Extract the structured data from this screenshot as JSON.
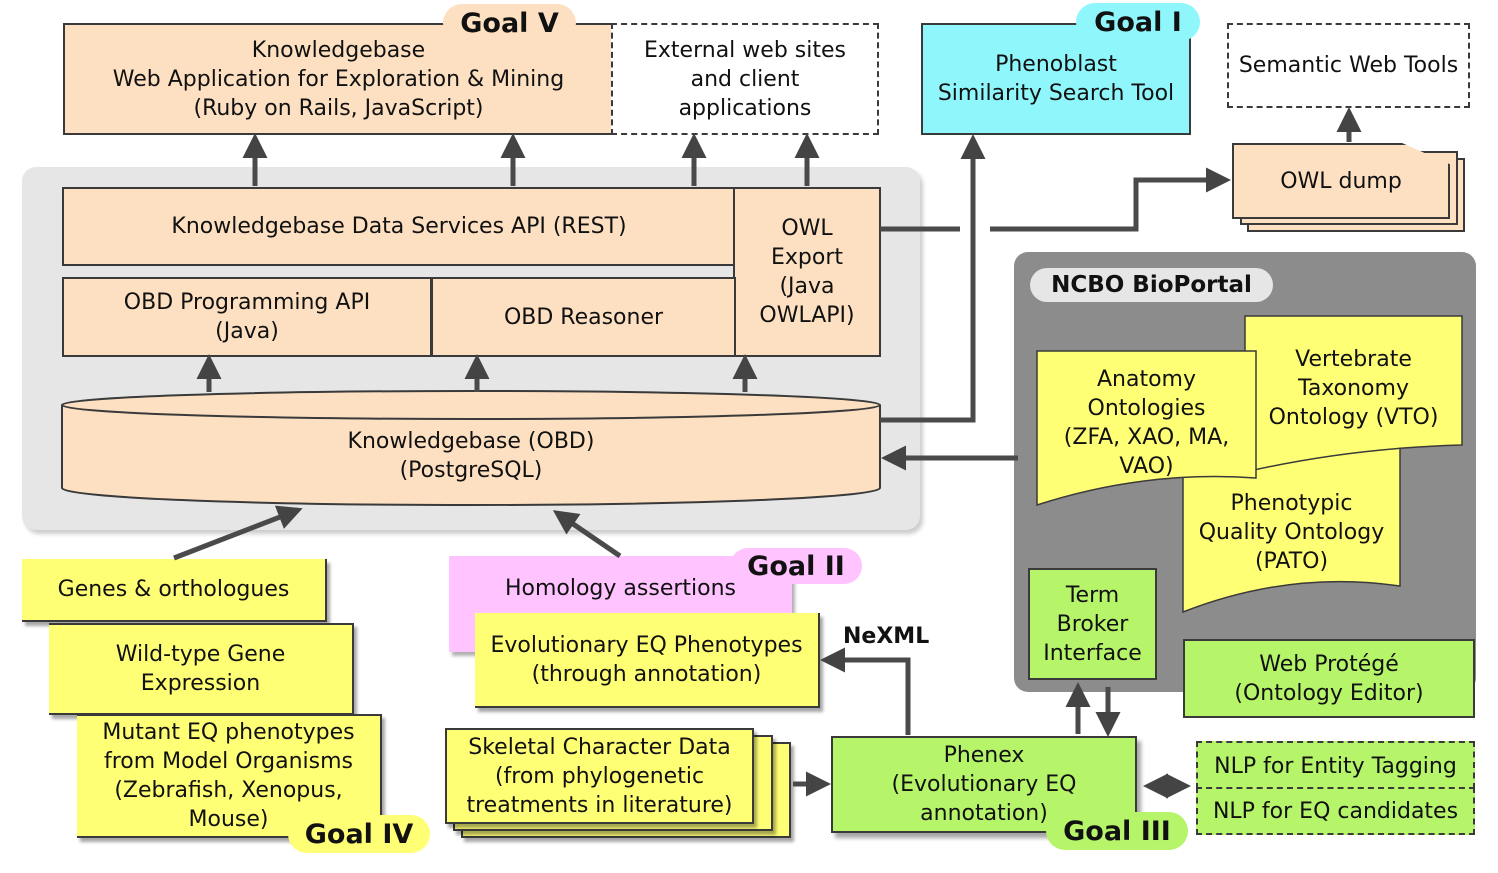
{
  "goals": {
    "v": "Goal V",
    "i": "Goal I",
    "ii": "Goal II",
    "iii": "Goal III",
    "iv": "Goal IV"
  },
  "top": {
    "webapp": [
      "Knowledgebase",
      "Web Application for Exploration & Mining",
      "(Ruby on Rails, JavaScript)"
    ],
    "external": [
      "External web sites",
      "and client",
      "applications"
    ],
    "phenoblast": [
      "Phenoblast",
      "Similarity Search Tool"
    ],
    "semantic": "Semantic Web Tools",
    "owl_dump": "OWL dump"
  },
  "kb_panel": {
    "data_services": "Knowledgebase Data Services API (REST)",
    "owl_export": [
      "OWL",
      "Export",
      "(Java",
      "OWLAPI)"
    ],
    "obd_api": [
      "OBD Programming API",
      "(Java)"
    ],
    "obd_reasoner": "OBD Reasoner",
    "kb_obd": [
      "Knowledgebase (OBD)",
      "(PostgreSQL)"
    ]
  },
  "bioportal": {
    "title": "NCBO BioPortal",
    "anatomy": [
      "Anatomy",
      "Ontologies",
      "(ZFA, XAO, MA,",
      "VAO)"
    ],
    "vto": [
      "Vertebrate",
      "Taxonomy",
      "Ontology (VTO)"
    ],
    "pato": [
      "Phenotypic",
      "Quality Ontology",
      "(PATO)"
    ],
    "term_broker": [
      "Term",
      "Broker",
      "Interface"
    ],
    "web_protege": [
      "Web Protégé",
      "(Ontology Editor)"
    ]
  },
  "inputs": {
    "genes": "Genes & orthologues",
    "wildtype": [
      "Wild-type Gene",
      "Expression"
    ],
    "mutant": [
      "Mutant EQ phenotypes",
      "from Model Organisms",
      "(Zebrafish, Xenopus,",
      "Mouse)"
    ],
    "homology": "Homology assertions",
    "evo_eq": [
      "Evolutionary EQ Phenotypes",
      "(through annotation)"
    ],
    "nexml": "NeXML",
    "skeletal": [
      "Skeletal Character Data",
      "(from phylogenetic",
      "treatments in literature)"
    ],
    "phenex": [
      "Phenex",
      "(Evolutionary EQ",
      "annotation)"
    ],
    "nlp_entity": "NLP for Entity Tagging",
    "nlp_eq": "NLP for EQ candidates"
  }
}
